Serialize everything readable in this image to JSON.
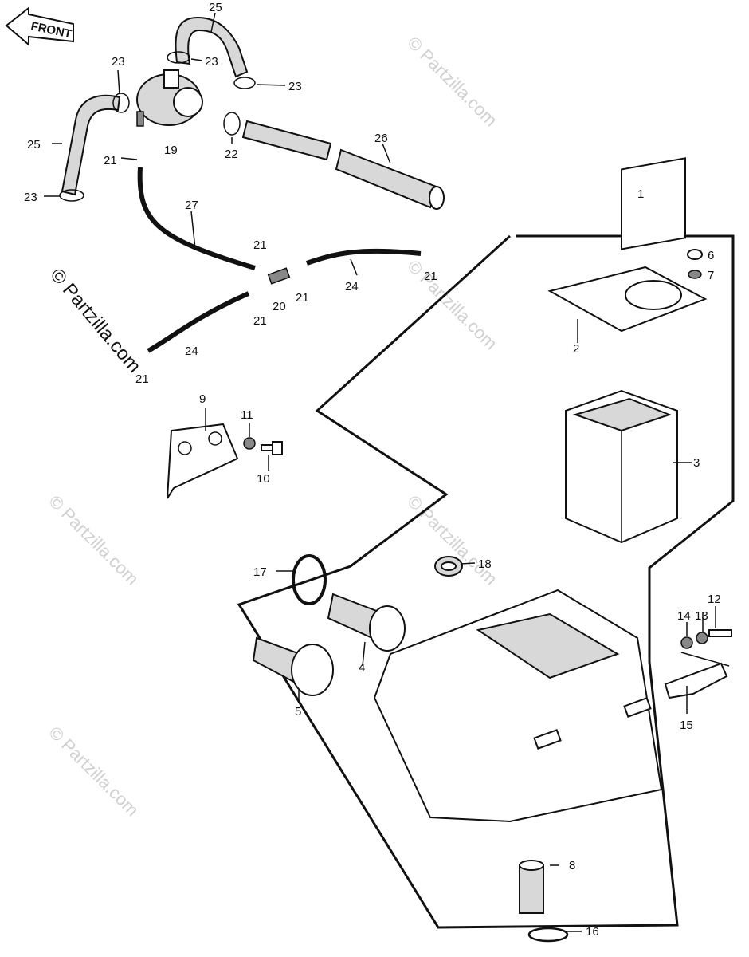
{
  "front_label": "FRONT",
  "watermark": "© Partzilla.com",
  "callouts": {
    "c1": "1",
    "c2": "2",
    "c3": "3",
    "c4": "4",
    "c5": "5",
    "c6": "6",
    "c7": "7",
    "c8": "8",
    "c9": "9",
    "c10": "10",
    "c11": "11",
    "c12": "12",
    "c13": "13",
    "c14": "14",
    "c15": "15",
    "c16": "16",
    "c17": "17",
    "c18": "18",
    "c19": "19",
    "c20": "20",
    "c21a": "21",
    "c21b": "21",
    "c21c": "21",
    "c21d": "21",
    "c21e": "21",
    "c21f": "21",
    "c22": "22",
    "c23a": "23",
    "c23b": "23",
    "c23c": "23",
    "c23d": "23",
    "c24a": "24",
    "c24b": "24",
    "c25a": "25",
    "c25b": "25",
    "c26": "26",
    "c27": "27"
  }
}
